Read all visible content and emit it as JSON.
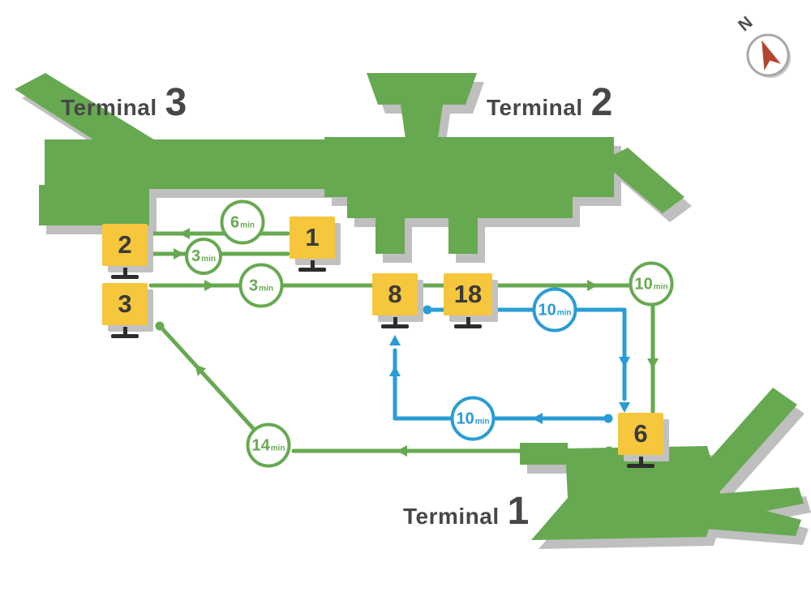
{
  "terminals": [
    {
      "id": "terminal-3",
      "word": "Terminal",
      "number": "3"
    },
    {
      "id": "terminal-2",
      "word": "Terminal",
      "number": "2"
    },
    {
      "id": "terminal-1",
      "word": "Terminal",
      "number": "1"
    }
  ],
  "stops": [
    {
      "label": "2"
    },
    {
      "label": "3"
    },
    {
      "label": "1"
    },
    {
      "label": "8"
    },
    {
      "label": "18"
    },
    {
      "label": "6"
    }
  ],
  "routes": [
    {
      "value": "6",
      "unit": "min",
      "color": "green"
    },
    {
      "value": "3",
      "unit": "min",
      "color": "green"
    },
    {
      "value": "3",
      "unit": "min",
      "color": "green"
    },
    {
      "value": "10",
      "unit": "min",
      "color": "green"
    },
    {
      "value": "10",
      "unit": "min",
      "color": "blue"
    },
    {
      "value": "10",
      "unit": "min",
      "color": "blue"
    },
    {
      "value": "14",
      "unit": "min",
      "color": "green"
    }
  ],
  "compass": {
    "label": "N"
  },
  "icons": {
    "compass": "north-arrow-icon",
    "stop_post": "bus-stop-post-icon"
  },
  "colors": {
    "route_green": "#67a951",
    "route_blue": "#2a9cd5",
    "stop_yellow": "#f6c63c",
    "shadow_gray": "#bfbfbf",
    "label_text": "#474747",
    "compass_red": "#b5452f"
  }
}
